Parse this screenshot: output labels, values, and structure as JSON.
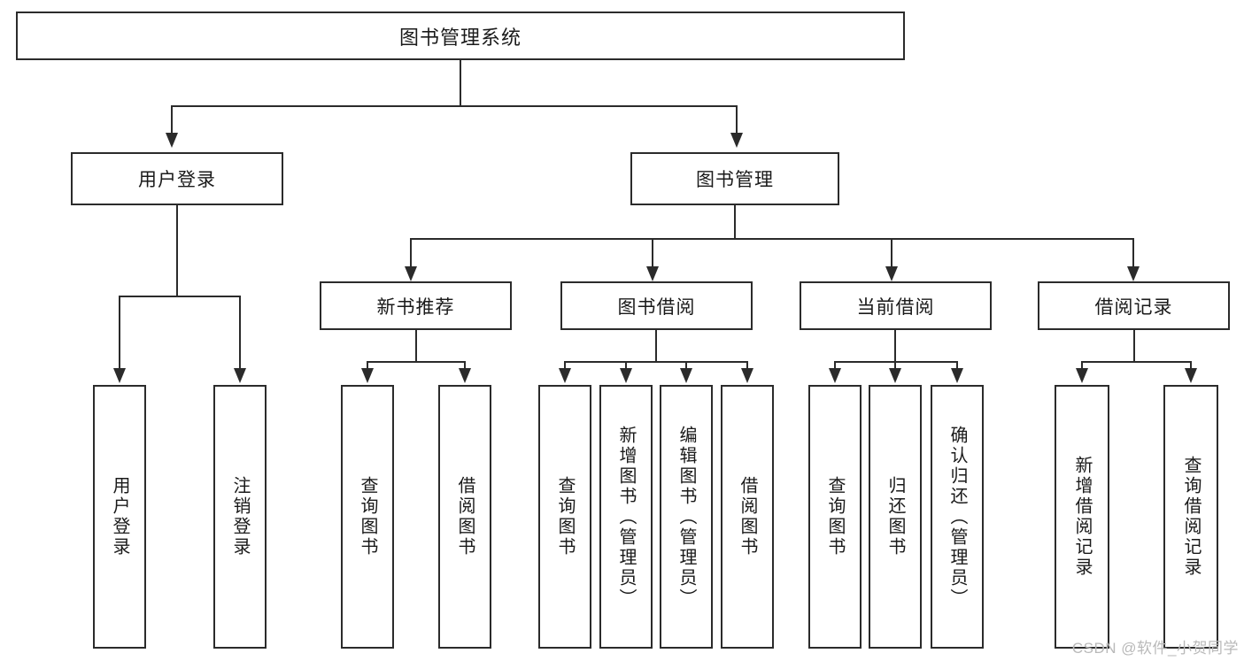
{
  "diagram": {
    "title": "图书管理系统",
    "type": "tree-hierarchy",
    "root": {
      "label": "图书管理系统"
    },
    "level2": [
      {
        "id": "user-login",
        "label": "用户登录"
      },
      {
        "id": "book-management",
        "label": "图书管理"
      }
    ],
    "level3": [
      {
        "id": "new-book-recommend",
        "label": "新书推荐",
        "parent": "book-management"
      },
      {
        "id": "book-borrow",
        "label": "图书借阅",
        "parent": "book-management"
      },
      {
        "id": "current-borrow",
        "label": "当前借阅",
        "parent": "book-management"
      },
      {
        "id": "borrow-record",
        "label": "借阅记录",
        "parent": "book-management"
      }
    ],
    "leaves": {
      "user_login": [
        {
          "id": "leaf-user-login",
          "label": "用户登录"
        },
        {
          "id": "leaf-logout-login",
          "label": "注销登录"
        }
      ],
      "new_book_recommend": [
        {
          "id": "leaf-query-book-1",
          "label": "查询图书"
        },
        {
          "id": "leaf-borrow-book-1",
          "label": "借阅图书"
        }
      ],
      "book_borrow": [
        {
          "id": "leaf-query-book-2",
          "label": "查询图书"
        },
        {
          "id": "leaf-add-book",
          "label": "新增图书（管理员）"
        },
        {
          "id": "leaf-edit-book",
          "label": "编辑图书（管理员）"
        },
        {
          "id": "leaf-borrow-book-2",
          "label": "借阅图书"
        }
      ],
      "current_borrow": [
        {
          "id": "leaf-query-book-3",
          "label": "查询图书"
        },
        {
          "id": "leaf-return-book",
          "label": "归还图书"
        },
        {
          "id": "leaf-confirm-return",
          "label": "确认归还（管理员）"
        }
      ],
      "borrow_record": [
        {
          "id": "leaf-add-record",
          "label": "新增借阅记录"
        },
        {
          "id": "leaf-query-record",
          "label": "查询借阅记录"
        }
      ]
    }
  },
  "watermark": {
    "text": "CSDN @软件_小贺同学"
  },
  "colors": {
    "stroke": "#2b2b2b",
    "background": "#ffffff",
    "text": "#1a1a1a",
    "watermark": "#b9b9b9"
  }
}
